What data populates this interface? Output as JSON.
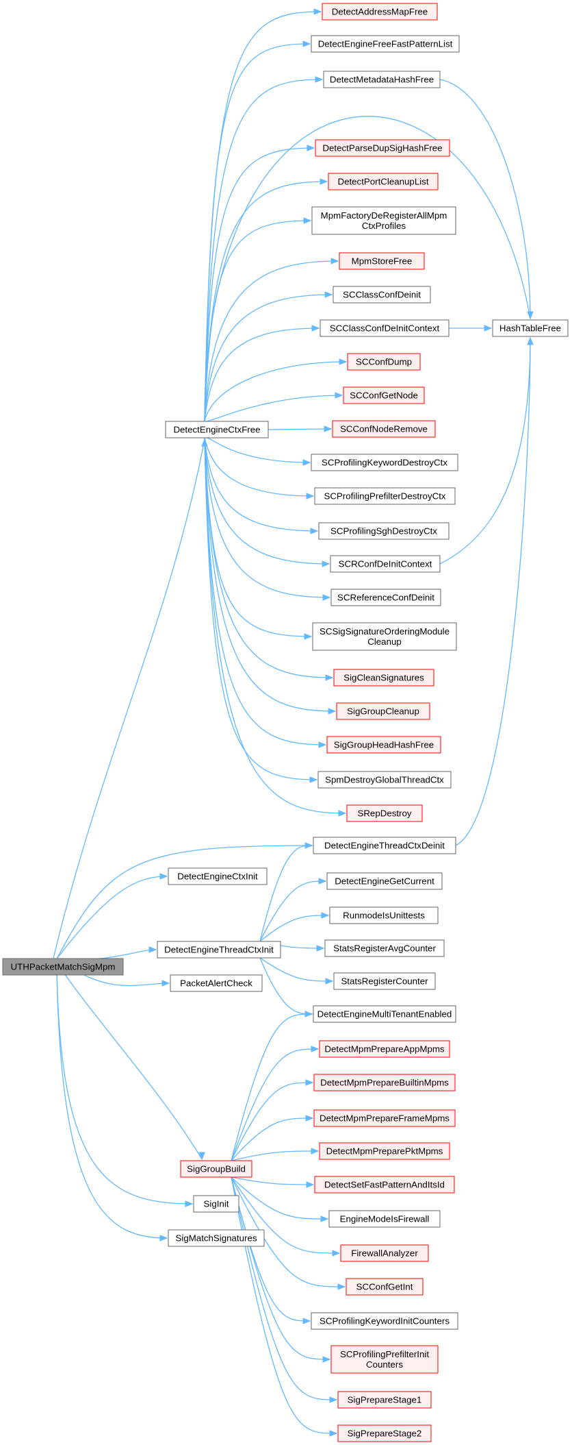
{
  "colors": {
    "edge": "#63b8ff",
    "node_border": "#666666",
    "node_border_truncated": "#ff0000",
    "node_fill": "#ffffff",
    "node_fill_truncated": "#fff0f0",
    "root_fill": "#999999"
  },
  "diagram": {
    "nodes": [
      {
        "id": "uth",
        "label": [
          "UTHPacketMatchSigMpm"
        ],
        "kind": "root"
      },
      {
        "id": "dectxfree",
        "label": [
          "DetectEngineCtxFree"
        ],
        "kind": "normal"
      },
      {
        "id": "addrmap",
        "label": [
          "DetectAddressMapFree"
        ],
        "kind": "truncated"
      },
      {
        "id": "fastpat",
        "label": [
          "DetectEngineFreeFastPatternList"
        ],
        "kind": "normal"
      },
      {
        "id": "metahash",
        "label": [
          "DetectMetadataHashFree"
        ],
        "kind": "normal"
      },
      {
        "id": "dupsig",
        "label": [
          "DetectParseDupSigHashFree"
        ],
        "kind": "truncated"
      },
      {
        "id": "portclean",
        "label": [
          "DetectPortCleanupList"
        ],
        "kind": "truncated"
      },
      {
        "id": "mpmfactory",
        "label": [
          "MpmFactoryDeRegisterAllMpm",
          "CtxProfiles"
        ],
        "kind": "normal"
      },
      {
        "id": "mpmstore",
        "label": [
          "MpmStoreFree"
        ],
        "kind": "truncated"
      },
      {
        "id": "classdeinit",
        "label": [
          "SCClassConfDeinit"
        ],
        "kind": "normal"
      },
      {
        "id": "classdeinitctx",
        "label": [
          "SCClassConfDeInitContext"
        ],
        "kind": "normal"
      },
      {
        "id": "hashfree",
        "label": [
          "HashTableFree"
        ],
        "kind": "normal"
      },
      {
        "id": "confdump",
        "label": [
          "SCConfDump"
        ],
        "kind": "truncated"
      },
      {
        "id": "confgetnode",
        "label": [
          "SCConfGetNode"
        ],
        "kind": "truncated"
      },
      {
        "id": "confnoderemove",
        "label": [
          "SCConfNodeRemove"
        ],
        "kind": "truncated"
      },
      {
        "id": "profkwdestroy",
        "label": [
          "SCProfilingKeywordDestroyCtx"
        ],
        "kind": "normal"
      },
      {
        "id": "profprefdestroy",
        "label": [
          "SCProfilingPrefilterDestroyCtx"
        ],
        "kind": "normal"
      },
      {
        "id": "profsghdestroy",
        "label": [
          "SCProfilingSghDestroyCtx"
        ],
        "kind": "normal"
      },
      {
        "id": "rconfdeinit",
        "label": [
          "SCRConfDeInitContext"
        ],
        "kind": "normal"
      },
      {
        "id": "refconfdeinit",
        "label": [
          "SCReferenceConfDeinit"
        ],
        "kind": "normal"
      },
      {
        "id": "sigorder",
        "label": [
          "SCSigSignatureOrderingModule",
          "Cleanup"
        ],
        "kind": "normal"
      },
      {
        "id": "sigclean",
        "label": [
          "SigCleanSignatures"
        ],
        "kind": "truncated"
      },
      {
        "id": "sggclean",
        "label": [
          "SigGroupCleanup"
        ],
        "kind": "truncated"
      },
      {
        "id": "sghhashfree",
        "label": [
          "SigGroupHeadHashFree"
        ],
        "kind": "truncated"
      },
      {
        "id": "spmdestroy",
        "label": [
          "SpmDestroyGlobalThreadCtx"
        ],
        "kind": "normal"
      },
      {
        "id": "srepdestroy",
        "label": [
          "SRepDestroy"
        ],
        "kind": "truncated"
      },
      {
        "id": "threaddeinit",
        "label": [
          "DetectEngineThreadCtxDeinit"
        ],
        "kind": "normal"
      },
      {
        "id": "ctxinit",
        "label": [
          "DetectEngineCtxInit"
        ],
        "kind": "normal"
      },
      {
        "id": "getcurrent",
        "label": [
          "DetectEngineGetCurrent"
        ],
        "kind": "normal"
      },
      {
        "id": "threadinit",
        "label": [
          "DetectEngineThreadCtxInit"
        ],
        "kind": "normal"
      },
      {
        "id": "runmodeunit",
        "label": [
          "RunmodeIsUnittests"
        ],
        "kind": "normal"
      },
      {
        "id": "statsavg",
        "label": [
          "StatsRegisterAvgCounter"
        ],
        "kind": "normal"
      },
      {
        "id": "statscounter",
        "label": [
          "StatsRegisterCounter"
        ],
        "kind": "normal"
      },
      {
        "id": "alertcheck",
        "label": [
          "PacketAlertCheck"
        ],
        "kind": "normal"
      },
      {
        "id": "multitenant",
        "label": [
          "DetectEngineMultiTenantEnabled"
        ],
        "kind": "normal"
      },
      {
        "id": "mpmapp",
        "label": [
          "DetectMpmPrepareAppMpms"
        ],
        "kind": "truncated"
      },
      {
        "id": "mpmbuiltin",
        "label": [
          "DetectMpmPrepareBuiltinMpms"
        ],
        "kind": "truncated"
      },
      {
        "id": "mpmframe",
        "label": [
          "DetectMpmPrepareFrameMpms"
        ],
        "kind": "truncated"
      },
      {
        "id": "mpmpkt",
        "label": [
          "DetectMpmPreparePktMpms"
        ],
        "kind": "truncated"
      },
      {
        "id": "sigbuild",
        "label": [
          "SigGroupBuild"
        ],
        "kind": "truncated"
      },
      {
        "id": "setfast",
        "label": [
          "DetectSetFastPatternAndItsId"
        ],
        "kind": "truncated"
      },
      {
        "id": "firewall",
        "label": [
          "EngineModeIsFirewall"
        ],
        "kind": "normal"
      },
      {
        "id": "fwanalyzer",
        "label": [
          "FirewallAnalyzer"
        ],
        "kind": "truncated"
      },
      {
        "id": "sigint",
        "label": [
          "SigInit"
        ],
        "kind": "normal"
      },
      {
        "id": "confgetint",
        "label": [
          "SCConfGetInt"
        ],
        "kind": "truncated"
      },
      {
        "id": "matchsigs",
        "label": [
          "SigMatchSignatures"
        ],
        "kind": "normal"
      },
      {
        "id": "profkwinit",
        "label": [
          "SCProfilingKeywordInitCounters"
        ],
        "kind": "normal"
      },
      {
        "id": "profprefinit",
        "label": [
          "SCProfilingPrefilterInit",
          "Counters"
        ],
        "kind": "truncated"
      },
      {
        "id": "prep1",
        "label": [
          "SigPrepareStage1"
        ],
        "kind": "truncated"
      },
      {
        "id": "prep2",
        "label": [
          "SigPrepareStage2"
        ],
        "kind": "truncated"
      }
    ],
    "edges": [
      [
        "uth",
        "dectxfree"
      ],
      [
        "uth",
        "threaddeinit"
      ],
      [
        "uth",
        "ctxinit"
      ],
      [
        "uth",
        "threadinit"
      ],
      [
        "uth",
        "alertcheck"
      ],
      [
        "uth",
        "sigbuild"
      ],
      [
        "uth",
        "sigint"
      ],
      [
        "uth",
        "matchsigs"
      ],
      [
        "dectxfree",
        "addrmap"
      ],
      [
        "dectxfree",
        "fastpat"
      ],
      [
        "dectxfree",
        "metahash"
      ],
      [
        "dectxfree",
        "hashfree"
      ],
      [
        "dectxfree",
        "dupsig"
      ],
      [
        "dectxfree",
        "portclean"
      ],
      [
        "dectxfree",
        "mpmfactory"
      ],
      [
        "dectxfree",
        "mpmstore"
      ],
      [
        "dectxfree",
        "classdeinit"
      ],
      [
        "dectxfree",
        "classdeinitctx"
      ],
      [
        "dectxfree",
        "confdump"
      ],
      [
        "dectxfree",
        "confgetnode"
      ],
      [
        "dectxfree",
        "confnoderemove"
      ],
      [
        "dectxfree",
        "profkwdestroy"
      ],
      [
        "dectxfree",
        "profprefdestroy"
      ],
      [
        "dectxfree",
        "profsghdestroy"
      ],
      [
        "dectxfree",
        "rconfdeinit"
      ],
      [
        "dectxfree",
        "refconfdeinit"
      ],
      [
        "dectxfree",
        "sigorder"
      ],
      [
        "dectxfree",
        "sigclean"
      ],
      [
        "dectxfree",
        "sggclean"
      ],
      [
        "dectxfree",
        "sghhashfree"
      ],
      [
        "dectxfree",
        "spmdestroy"
      ],
      [
        "dectxfree",
        "srepdestroy"
      ],
      [
        "metahash",
        "hashfree"
      ],
      [
        "classdeinitctx",
        "hashfree"
      ],
      [
        "rconfdeinit",
        "hashfree"
      ],
      [
        "threaddeinit",
        "hashfree"
      ],
      [
        "threadinit",
        "threaddeinit"
      ],
      [
        "threadinit",
        "getcurrent"
      ],
      [
        "threadinit",
        "runmodeunit"
      ],
      [
        "threadinit",
        "statsavg"
      ],
      [
        "threadinit",
        "statscounter"
      ],
      [
        "threadinit",
        "multitenant"
      ],
      [
        "sigbuild",
        "multitenant"
      ],
      [
        "sigbuild",
        "mpmapp"
      ],
      [
        "sigbuild",
        "mpmbuiltin"
      ],
      [
        "sigbuild",
        "mpmframe"
      ],
      [
        "sigbuild",
        "mpmpkt"
      ],
      [
        "sigbuild",
        "setfast"
      ],
      [
        "sigbuild",
        "firewall"
      ],
      [
        "sigbuild",
        "fwanalyzer"
      ],
      [
        "sigbuild",
        "confgetint"
      ],
      [
        "sigbuild",
        "profkwinit"
      ],
      [
        "sigbuild",
        "profprefinit"
      ],
      [
        "sigbuild",
        "prep1"
      ],
      [
        "sigbuild",
        "prep2"
      ]
    ]
  }
}
